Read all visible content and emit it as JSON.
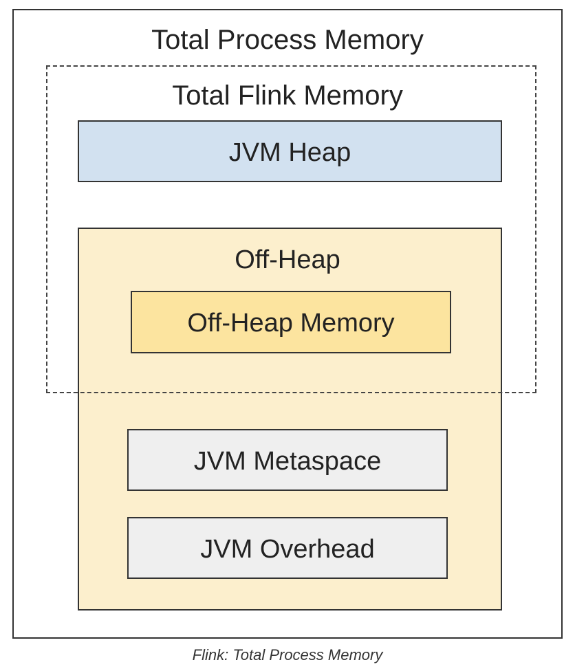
{
  "diagram": {
    "total_process_memory": "Total Process Memory",
    "total_flink_memory": "Total Flink Memory",
    "jvm_heap": "JVM Heap",
    "off_heap": "Off-Heap",
    "off_heap_memory": "Off-Heap Memory",
    "jvm_metaspace": "JVM Metaspace",
    "jvm_overhead": "JVM Overhead"
  },
  "caption": "Flink: Total Process Memory",
  "colors": {
    "jvm_heap_fill": "#d2e1f0",
    "off_heap_fill": "#fcefcd",
    "off_heap_memory_fill": "#fce49f",
    "jvm_native_fill": "#efefef",
    "border": "#333333"
  }
}
